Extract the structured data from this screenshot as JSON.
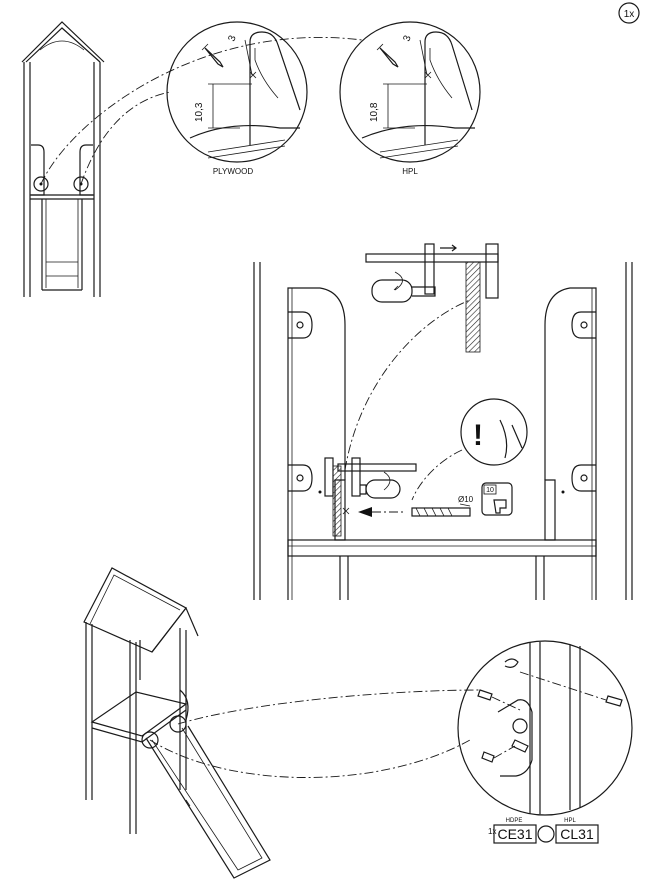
{
  "step_quantity": "1x",
  "detail_left": {
    "label": "PLYWOOD",
    "top_offset": "3",
    "height": "10,3"
  },
  "detail_right": {
    "label": "HPL",
    "top_offset": "3",
    "height": "10,8"
  },
  "warning_symbol": "!",
  "drill": {
    "diameter": "Ø10",
    "bit_size": "10"
  },
  "part": {
    "quantity": "1x",
    "left_material": "HDPE",
    "left_code": "CE31",
    "right_material": "HPL",
    "right_code": "CL31"
  }
}
